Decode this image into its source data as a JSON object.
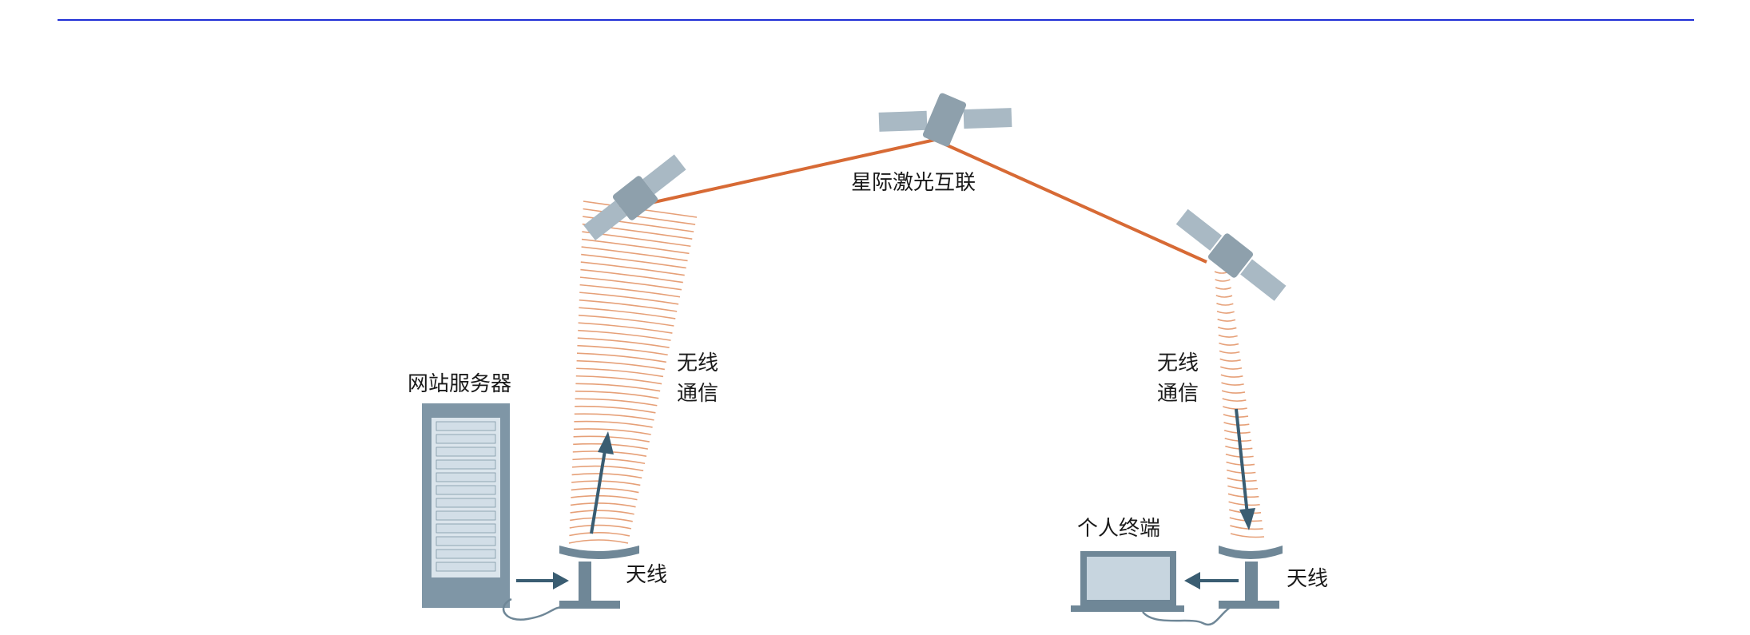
{
  "colors": {
    "rule_line": "#1f2fd6",
    "laser_link": "#d76a35",
    "wave": "#e6a078",
    "satellite_body": "#8ea0ac",
    "satellite_panel": "#a9b9c4",
    "server_frame": "#7f96a6",
    "server_panel": "#d2dee7",
    "antenna": "#6f8797",
    "arrow": "#3a5d72",
    "laptop_screen": "#c7d5df",
    "laptop_frame": "#6f8797",
    "cable": "#6f8797"
  },
  "labels": {
    "laser_link": "星际激光互联",
    "left_wireless_line1": "无线",
    "left_wireless_line2": "通信",
    "right_wireless_line1": "无线",
    "right_wireless_line2": "通信",
    "server": "网站服务器",
    "left_antenna": "天线",
    "terminal": "个人终端",
    "right_antenna": "天线"
  },
  "icons": {
    "satellite_left": "satellite-icon",
    "satellite_top": "satellite-icon",
    "satellite_right": "satellite-icon",
    "server": "server-rack-icon",
    "antenna_left": "dish-antenna-icon",
    "antenna_right": "dish-antenna-icon",
    "laptop": "laptop-icon"
  }
}
